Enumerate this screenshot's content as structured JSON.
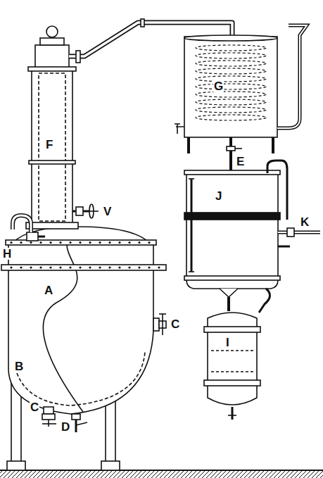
{
  "diagram": {
    "labels": [
      "G",
      "F",
      "E",
      "H",
      "V",
      "J",
      "A",
      "C",
      "K",
      "B",
      "I",
      "C",
      "D"
    ]
  }
}
